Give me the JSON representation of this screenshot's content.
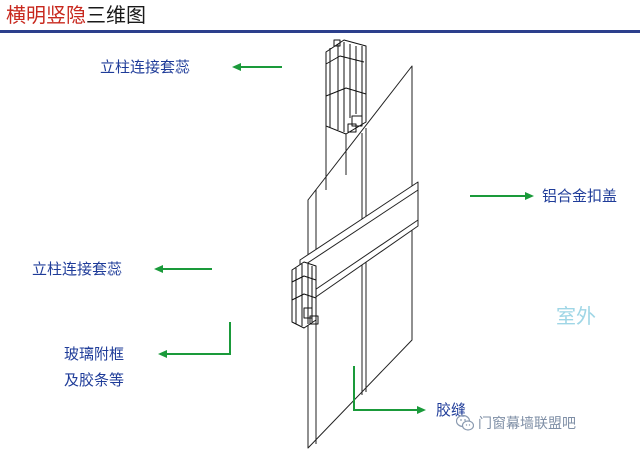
{
  "title": {
    "red_part": "横明竖隐",
    "black_part": "三维图"
  },
  "labels": {
    "mullion_sleeve_top": "立柱连接套蕊",
    "mullion_sleeve_mid": "立柱连接套蕊",
    "alu_cover": "铝合金扣盖",
    "glass_frame_line1": "玻璃附框",
    "glass_frame_line2": "及胶条等",
    "sealant_joint": "胶缝",
    "outdoor": "室外"
  },
  "watermark": {
    "text": "门窗幕墙联盟吧",
    "icon": "wechat-icon"
  },
  "colors": {
    "title_red": "#c8281e",
    "label_blue": "#1f3c99",
    "arrow_green": "#1a9a3a",
    "outdoor_cyan": "#9fd6e6",
    "rule_blue": "#2c3f8c"
  }
}
